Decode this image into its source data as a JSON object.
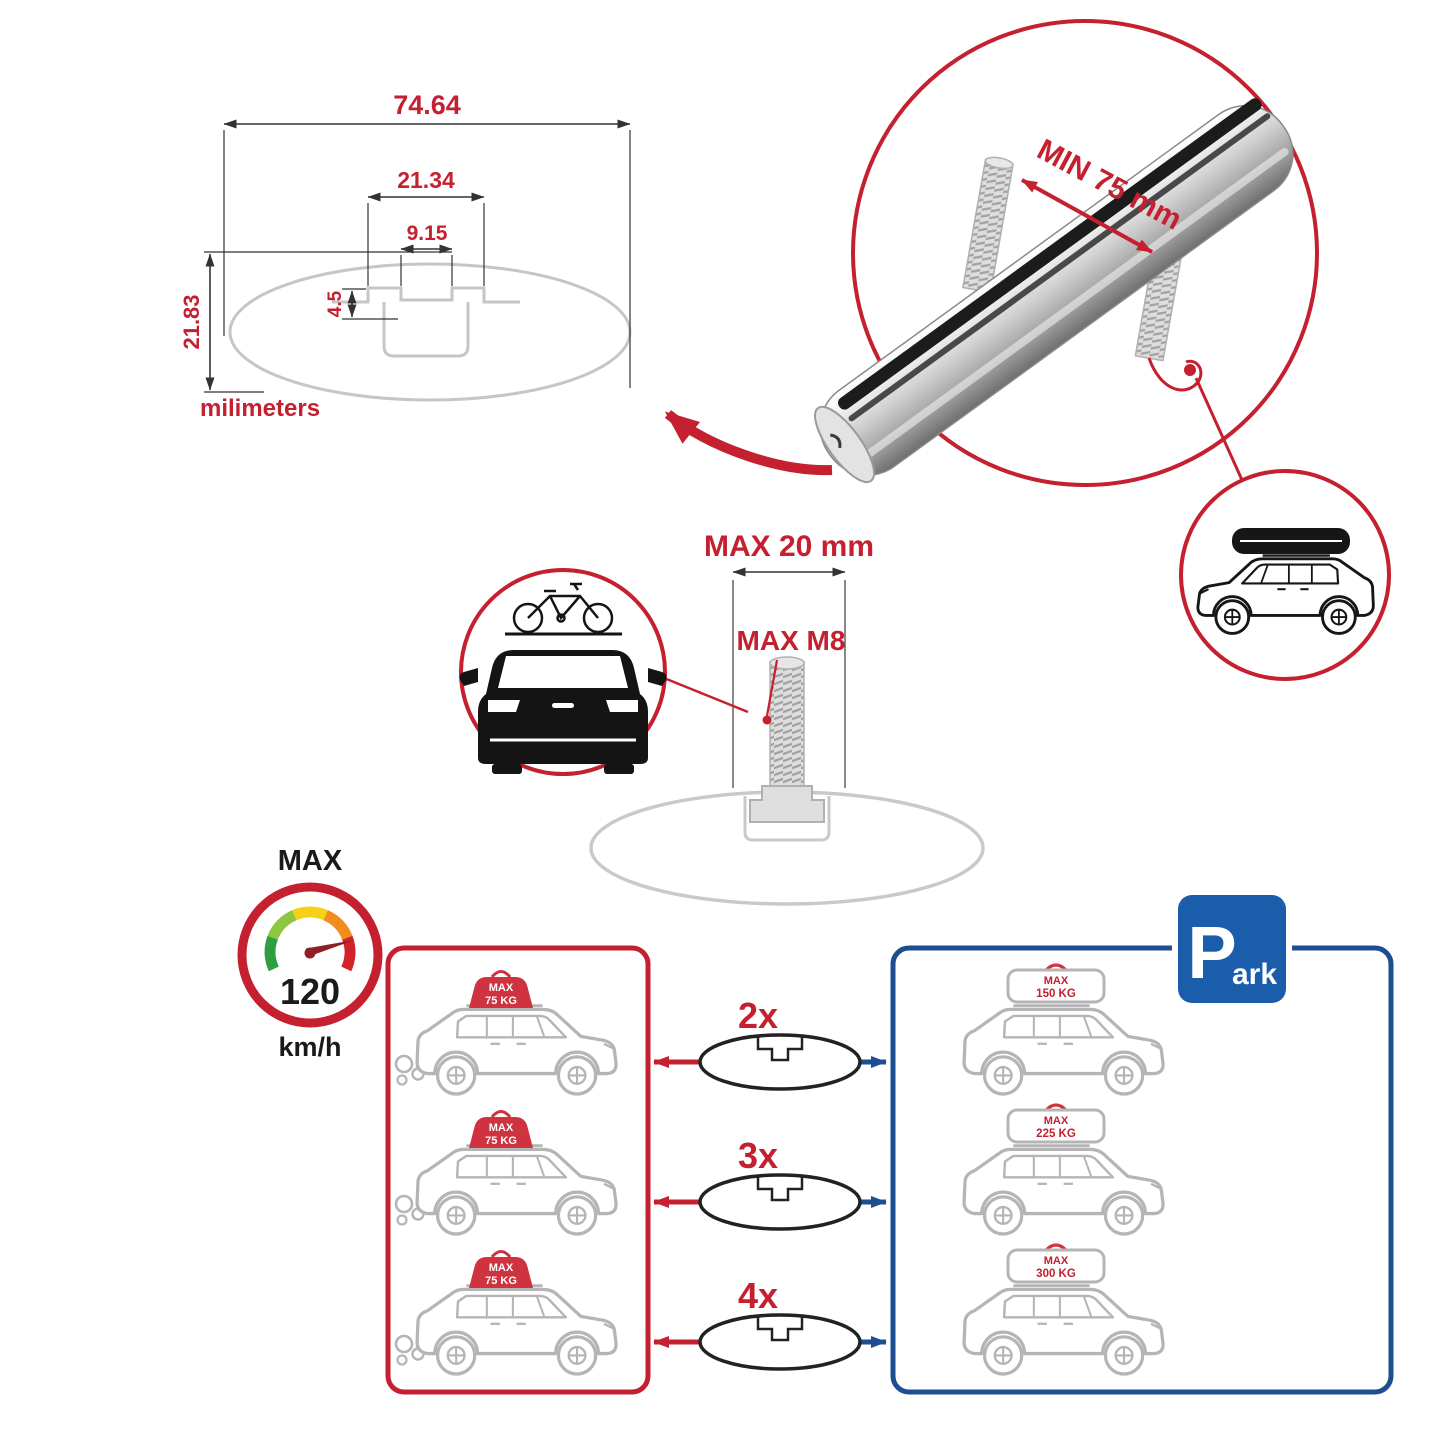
{
  "colors": {
    "accent_red": "#c4202f",
    "accent_blue": "#1d4e91",
    "sign_blue": "#1a5dab",
    "profile_gray": "#c6c6c6",
    "car_gray": "#b5b5b5",
    "pod_red": "#cf3340"
  },
  "profile_dimensions": {
    "total_width": "74.64",
    "channel_width": "21.34",
    "slot_width": "9.15",
    "slot_depth": "4.5",
    "total_height": "21.83",
    "unit_label": "milimeters"
  },
  "crossbar_detail": {
    "min_spacing_label": "MIN 75 mm"
  },
  "bolt_detail": {
    "max_length_label": "MAX 20 mm",
    "thread_label": "MAX M8"
  },
  "speed_limit": {
    "label": "MAX",
    "value": "120",
    "unit": "km/h"
  },
  "rows": [
    {
      "count": "2x",
      "driving": {
        "line1": "MAX",
        "line2": "75 KG"
      },
      "parked": {
        "line1": "MAX",
        "line2": "150 KG"
      }
    },
    {
      "count": "3x",
      "driving": {
        "line1": "MAX",
        "line2": "75 KG"
      },
      "parked": {
        "line1": "MAX",
        "line2": "225 KG"
      }
    },
    {
      "count": "4x",
      "driving": {
        "line1": "MAX",
        "line2": "75 KG"
      },
      "parked": {
        "line1": "MAX",
        "line2": "300 KG"
      }
    }
  ],
  "park_sign": {
    "letter": "P",
    "suffix": "ark"
  }
}
